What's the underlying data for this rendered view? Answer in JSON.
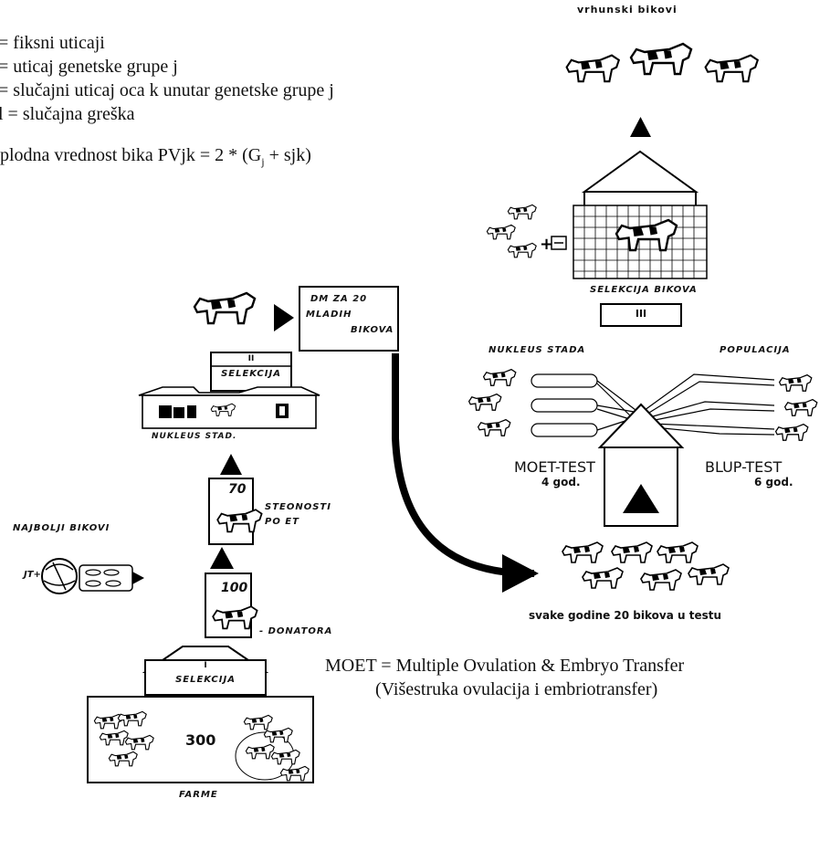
{
  "legend": {
    "line1": "= fiksni uticaji",
    "line2": "= uticaj genetske grupe j",
    "line3": "= slučajni uticaj oca k unutar genetske grupe j",
    "line4": "l = slučajna greška",
    "formula_prefix": "plodna vrednost bika PVjk = 2 * (G",
    "formula_sub": "j",
    "formula_suffix": " + sjk)"
  },
  "diagram": {
    "top_bulls": "vrhunski bikovi",
    "bull_selection": "SELEKCIJA BIKOVA",
    "stage3": "III",
    "nucleus_herd": "NUKLEUS STADA",
    "population": "POPULACIJA",
    "moet_test": "MOET-TEST",
    "moet_years": "4 god.",
    "blup_test": "BLUP-TEST",
    "blup_years": "6 god.",
    "bulls_per_year": "svake godine 20 bikova u testu",
    "young_bulls_line1": "DM ZA 20",
    "young_bulls_line2": "MLADIH",
    "young_bulls_line3": "BIKOVA",
    "stage2": "II",
    "selection2": "SELEKCIJA",
    "nucleus_farm": "NUKLEUS STAD.",
    "best_bulls": "NAJBOLJI BIKOVI",
    "jt": "JT+",
    "pregnancies_count": "70",
    "pregnancies_line1": "STEONOSTI",
    "pregnancies_line2": "PO ET",
    "donors_count": "100",
    "donors": "- DONATORA",
    "stage1": "I",
    "selection1": "SELEKCIJA",
    "farms_count": "300",
    "farms": "FARME"
  },
  "footnote": {
    "line1": "MOET = Multiple Ovulation & Embryo Transfer",
    "line2": "(Višestruka ovulacija i embriotransfer)"
  }
}
